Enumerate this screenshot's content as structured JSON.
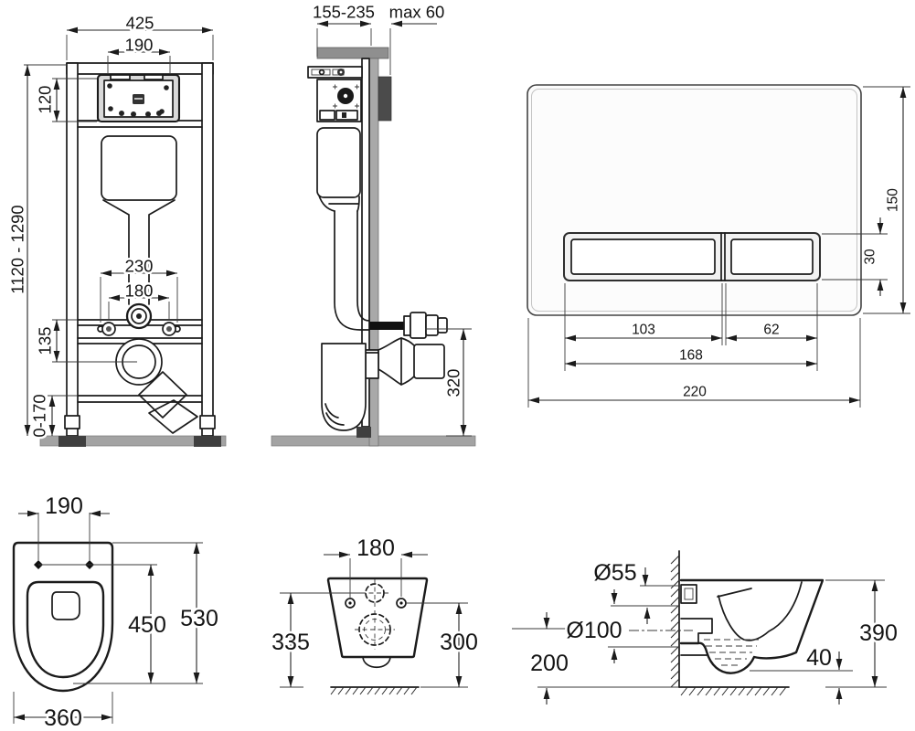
{
  "doc": {
    "type": "installation-dimension-drawing"
  },
  "frame_front": {
    "width": "425",
    "opening_width": "190",
    "opening_height": "120",
    "height_range": "1120 - 1290",
    "fixing_outer": "230",
    "fixing_inner": "180",
    "outlet_drop": "135",
    "foot_adjust": "0-170"
  },
  "frame_side": {
    "depth_range": "155-235",
    "wall_max": "max 60",
    "outlet_height": "320"
  },
  "flush_plate": {
    "height": "150",
    "button_height": "30",
    "button_left": "103",
    "button_right": "62",
    "buttons_width": "168",
    "width": "220"
  },
  "bowl_top": {
    "fixing_spacing": "190",
    "seat_depth": "450",
    "total_depth": "530",
    "width": "360"
  },
  "bowl_rear": {
    "fixing_spacing": "180",
    "height_left": "335",
    "height_right": "300"
  },
  "bowl_side": {
    "inlet_diameter": "Ø55",
    "outlet_diameter": "Ø100",
    "outlet_axis_height": "200",
    "total_height": "390",
    "bottom_gap": "40"
  },
  "colors": {
    "floor": "#a3a3a3",
    "slab": "#8f8f8f",
    "wall": "#a9a9a9",
    "wall_block": "#4b4b4b",
    "foot": "#3f3f3f",
    "box_frame": "#d9d9d9",
    "plate_fill": "#fcfcfc",
    "button_frame": "#f2f2f2"
  }
}
